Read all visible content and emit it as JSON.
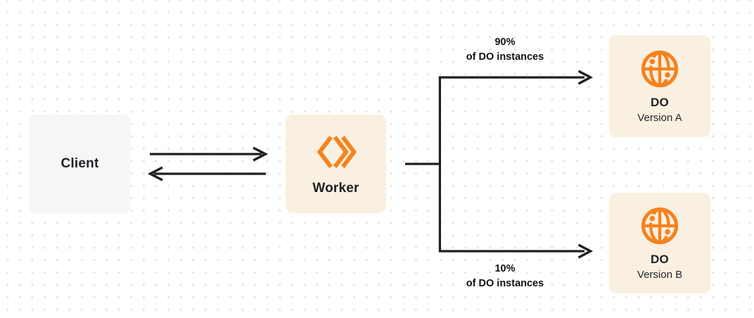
{
  "diagram": {
    "client": {
      "label": "Client"
    },
    "worker": {
      "label": "Worker"
    },
    "do_version_a": {
      "title": "DO",
      "subtitle": "Version A"
    },
    "do_version_b": {
      "title": "DO",
      "subtitle": "Version B"
    },
    "branch_top_label": {
      "percent": "90%",
      "caption": "of DO instances"
    },
    "branch_bottom_label": {
      "percent": "10%",
      "caption": "of DO instances"
    },
    "icons": {
      "worker": "cloudflare-workers-icon",
      "durable_object": "globe-icon"
    },
    "colors": {
      "accent_orange": "#F6821F",
      "node_cream": "#FAF0E1",
      "node_gray": "#F6F6F8",
      "wire_dark": "#1F1F1F",
      "dot_grid": "#E4E5E7"
    }
  }
}
